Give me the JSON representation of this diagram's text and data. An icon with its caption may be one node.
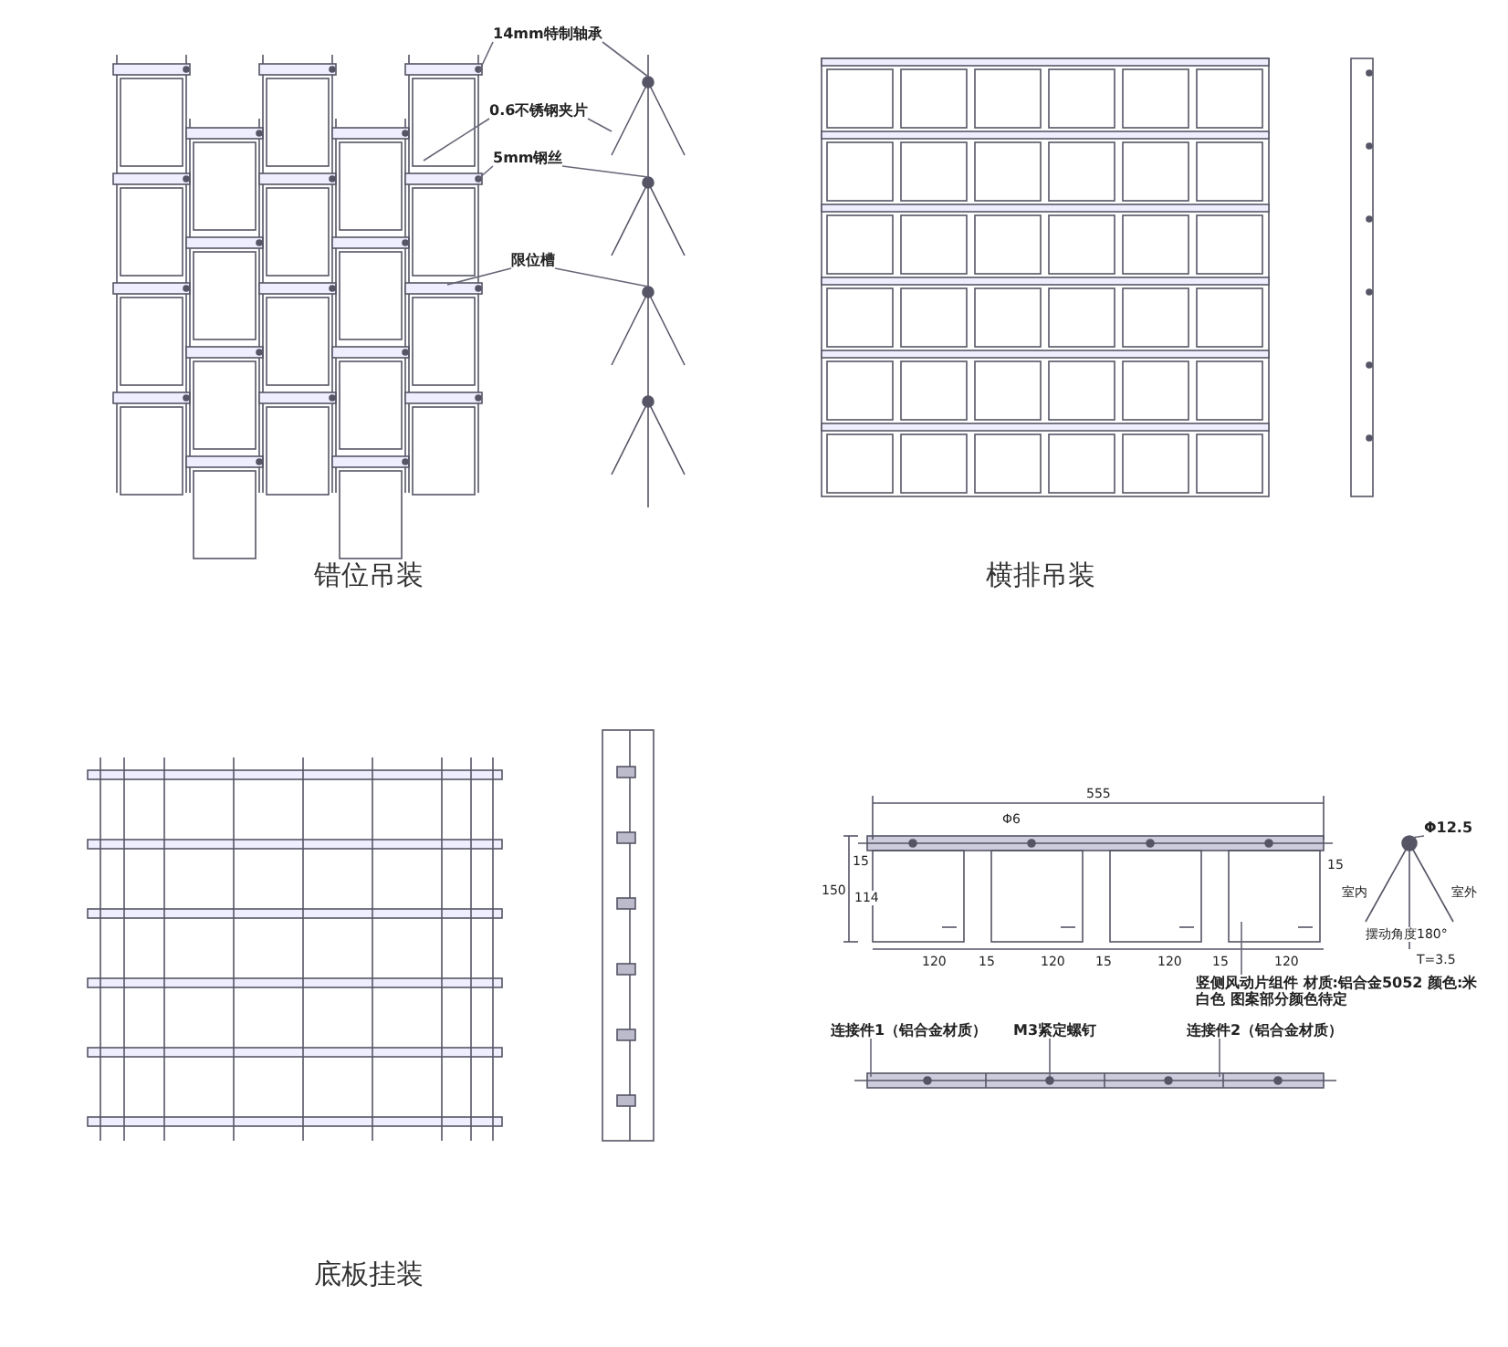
{
  "diagram": {
    "nodes": [
      {
        "text": [
          "14mm特制轴承"
        ]
      },
      {
        "text": [
          "0.6不锈钢夹片"
        ]
      },
      {
        "text": [
          "5mm钢丝"
        ]
      },
      {
        "text": [
          "限位槽"
        ]
      },
      {
        "text": [
          "竖侧风动片组件 材质:铝合金5052 颜色:米白色 图案部分颜色待定"
        ]
      },
      {
        "text": [
          "连接件1（铝合金材质）"
        ]
      },
      {
        "text": [
          "M3紧定螺钉"
        ]
      },
      {
        "text": [
          "连接件2（铝合金材质）"
        ]
      },
      {
        "text": [
          "Φ12.5"
        ]
      }
    ],
    "edges": [
      {
        "from": 0,
        "to": null,
        "arrow": "none"
      },
      {
        "from": 0,
        "to": null,
        "arrow": "none"
      },
      {
        "from": 1,
        "to": null,
        "arrow": "none"
      },
      {
        "from": 1,
        "to": null,
        "arrow": "none"
      },
      {
        "from": 2,
        "to": null,
        "arrow": "none"
      },
      {
        "from": 2,
        "to": null,
        "arrow": "none"
      },
      {
        "from": 3,
        "to": null,
        "arrow": "none"
      },
      {
        "from": 3,
        "to": null,
        "arrow": "none"
      },
      {
        "from": 4,
        "to": null,
        "arrow": "none"
      },
      {
        "from": 5,
        "to": null,
        "arrow": "none"
      },
      {
        "from": 6,
        "to": null,
        "arrow": "none"
      },
      {
        "from": 7,
        "to": null,
        "arrow": "none"
      },
      {
        "from": 8,
        "to": null,
        "arrow": "none"
      }
    ],
    "labels": [
      "错位吊装",
      "横排吊装",
      "底板挂装",
      "555",
      "Φ6",
      "150",
      "114",
      "15",
      "15",
      "120",
      "15",
      "120",
      "15",
      "120",
      "15",
      "120",
      "室内",
      "室外",
      "摆动角度180°",
      "T=3.5"
    ]
  }
}
